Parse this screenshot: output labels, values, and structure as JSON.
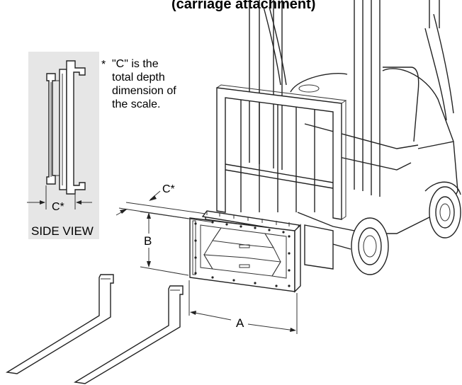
{
  "title": "(carriage attachment)",
  "note": {
    "asterisk": "*",
    "lines": [
      "\"C\" is the",
      "total depth",
      "dimension of",
      "the scale."
    ]
  },
  "side_view": {
    "label": "SIDE VIEW",
    "dimension": "C*"
  },
  "dimensions": {
    "a": "A",
    "b": "B",
    "c": "C*"
  },
  "colors": {
    "side_view_bg": "#e6e6e6",
    "line": "#222222"
  }
}
